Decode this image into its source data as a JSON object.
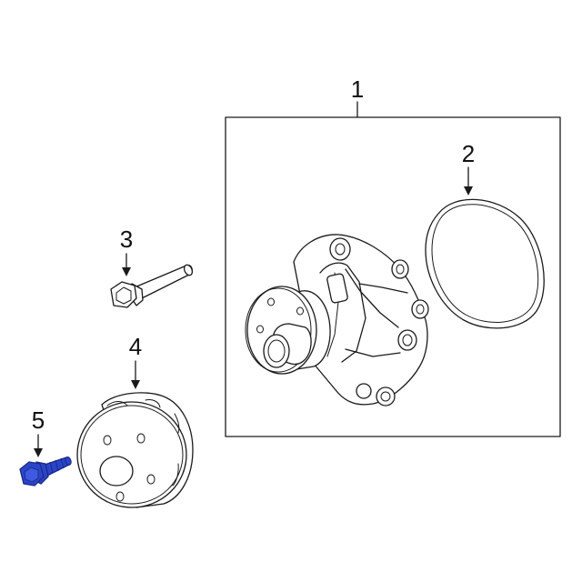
{
  "callouts": [
    {
      "id": "1",
      "label": "1"
    },
    {
      "id": "2",
      "label": "2"
    },
    {
      "id": "3",
      "label": "3"
    },
    {
      "id": "4",
      "label": "4"
    },
    {
      "id": "5",
      "label": "5"
    }
  ],
  "parts": [
    {
      "callout": "1",
      "part": "water-pump-assembly"
    },
    {
      "callout": "2",
      "part": "gasket-o-ring"
    },
    {
      "callout": "3",
      "part": "pump-bolt"
    },
    {
      "callout": "4",
      "part": "pulley"
    },
    {
      "callout": "5",
      "part": "pulley-bolt",
      "highlighted": true
    }
  ],
  "colors": {
    "line": "#1a1a1a",
    "highlight": "#2b45c8",
    "highlight_dark": "#1a2a8a",
    "background": "#ffffff"
  }
}
